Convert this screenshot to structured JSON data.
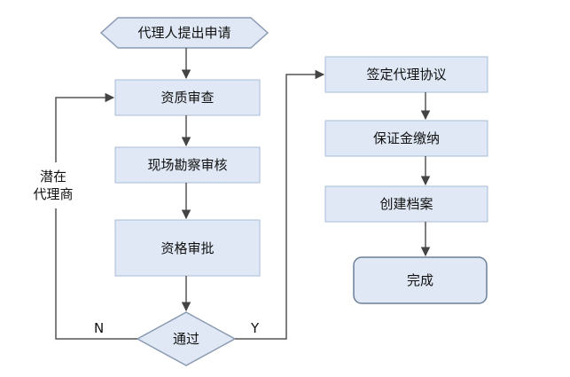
{
  "flowchart": {
    "colors": {
      "box_fill": "#dfe8f4",
      "box_stroke": "#a9bdd6",
      "line": "#555555"
    },
    "nodes": {
      "start": "代理人提出申请",
      "qualification_review": "资质审查",
      "site_inspection": "现场勘察审核",
      "qualification_approval": "资格审批",
      "decision": "通过",
      "sign_agreement": "签定代理协议",
      "deposit_payment": "保证金缴纳",
      "create_file": "创建档案",
      "complete": "完成"
    },
    "edge_labels": {
      "no": "N",
      "yes": "Y"
    },
    "side_box": {
      "line1": "潜在",
      "line2": "代理商"
    }
  }
}
